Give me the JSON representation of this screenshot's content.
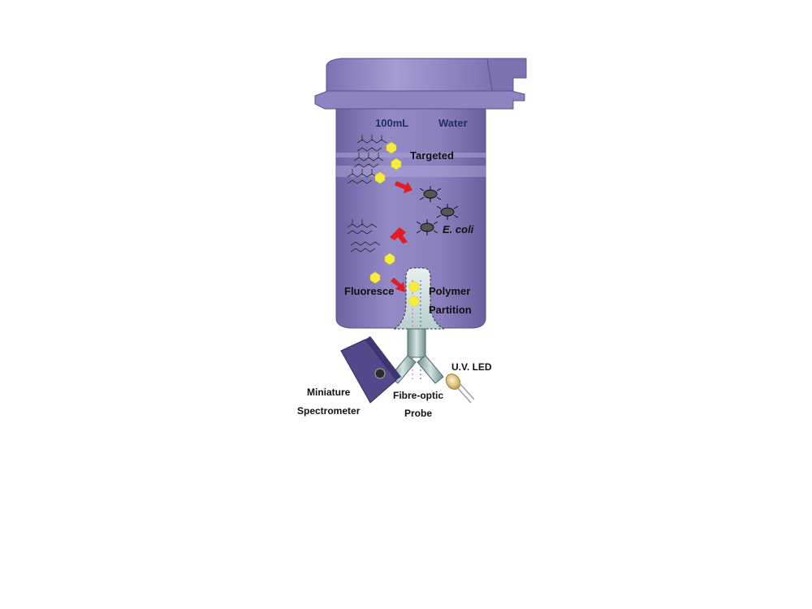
{
  "labels": {
    "volume": "100mL",
    "medium": "Water",
    "targeted": "Targeted",
    "bacteria": "E. coli",
    "fluorescence": "Fluoresce",
    "polymer_line1": "Polymer",
    "polymer_line2": "Partition",
    "spectrometer_line1": "Miniature",
    "spectrometer_line2": "Spectrometer",
    "probe_line1": "Fibre-optic",
    "probe_line2": "Probe",
    "light_source": "U.V. LED"
  },
  "colors": {
    "container": "#8378b5",
    "container_dark": "#6a5f9e",
    "container_light": "#a79fd2",
    "yellow_marker": "#f6ec3e",
    "arrow_red": "#e31b23",
    "label_blue": "#1f2f6b",
    "probe_teal": "#8fb3b3"
  },
  "icons": {
    "molecule": "sugar-molecule-icon",
    "bacterium": "bacterium-icon",
    "marker": "hexagon-marker-icon",
    "arrow": "red-arrow-icon",
    "spectrometer": "spectrometer-device-icon",
    "led": "uv-led-icon"
  }
}
